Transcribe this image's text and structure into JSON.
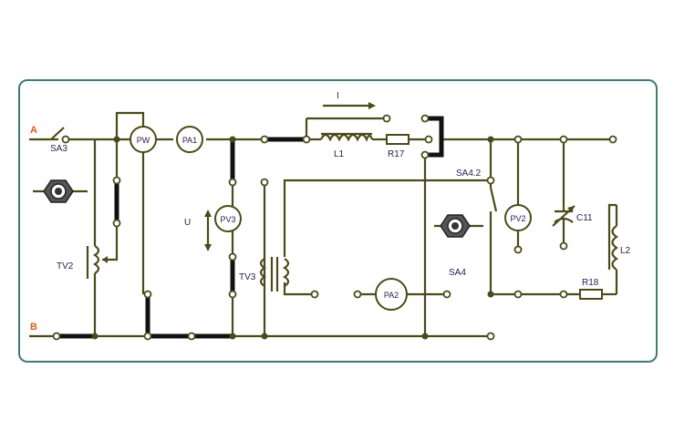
{
  "colors": {
    "wire": "#4a4a1a",
    "thick": "#111111",
    "frame": "#3f7a76",
    "terminal_label": "#e0581c",
    "text": "#2b1a4a"
  },
  "terminals": {
    "a": "A",
    "b": "B"
  },
  "meters": {
    "pw": "PW",
    "pa1": "PA1",
    "pv3": "PV3",
    "pa2": "PA2",
    "pv2": "PV2"
  },
  "labels": {
    "sa3": "SA3",
    "tv2": "TV2",
    "tv3": "TV3",
    "l1": "L1",
    "r17": "R17",
    "sa4_2": "SA4.2",
    "sa4": "SA4",
    "c11": "C11",
    "l2": "L2",
    "r18": "R18",
    "current": "I",
    "voltage": "U"
  },
  "icons": [
    "knob-icon",
    "knob-icon"
  ]
}
